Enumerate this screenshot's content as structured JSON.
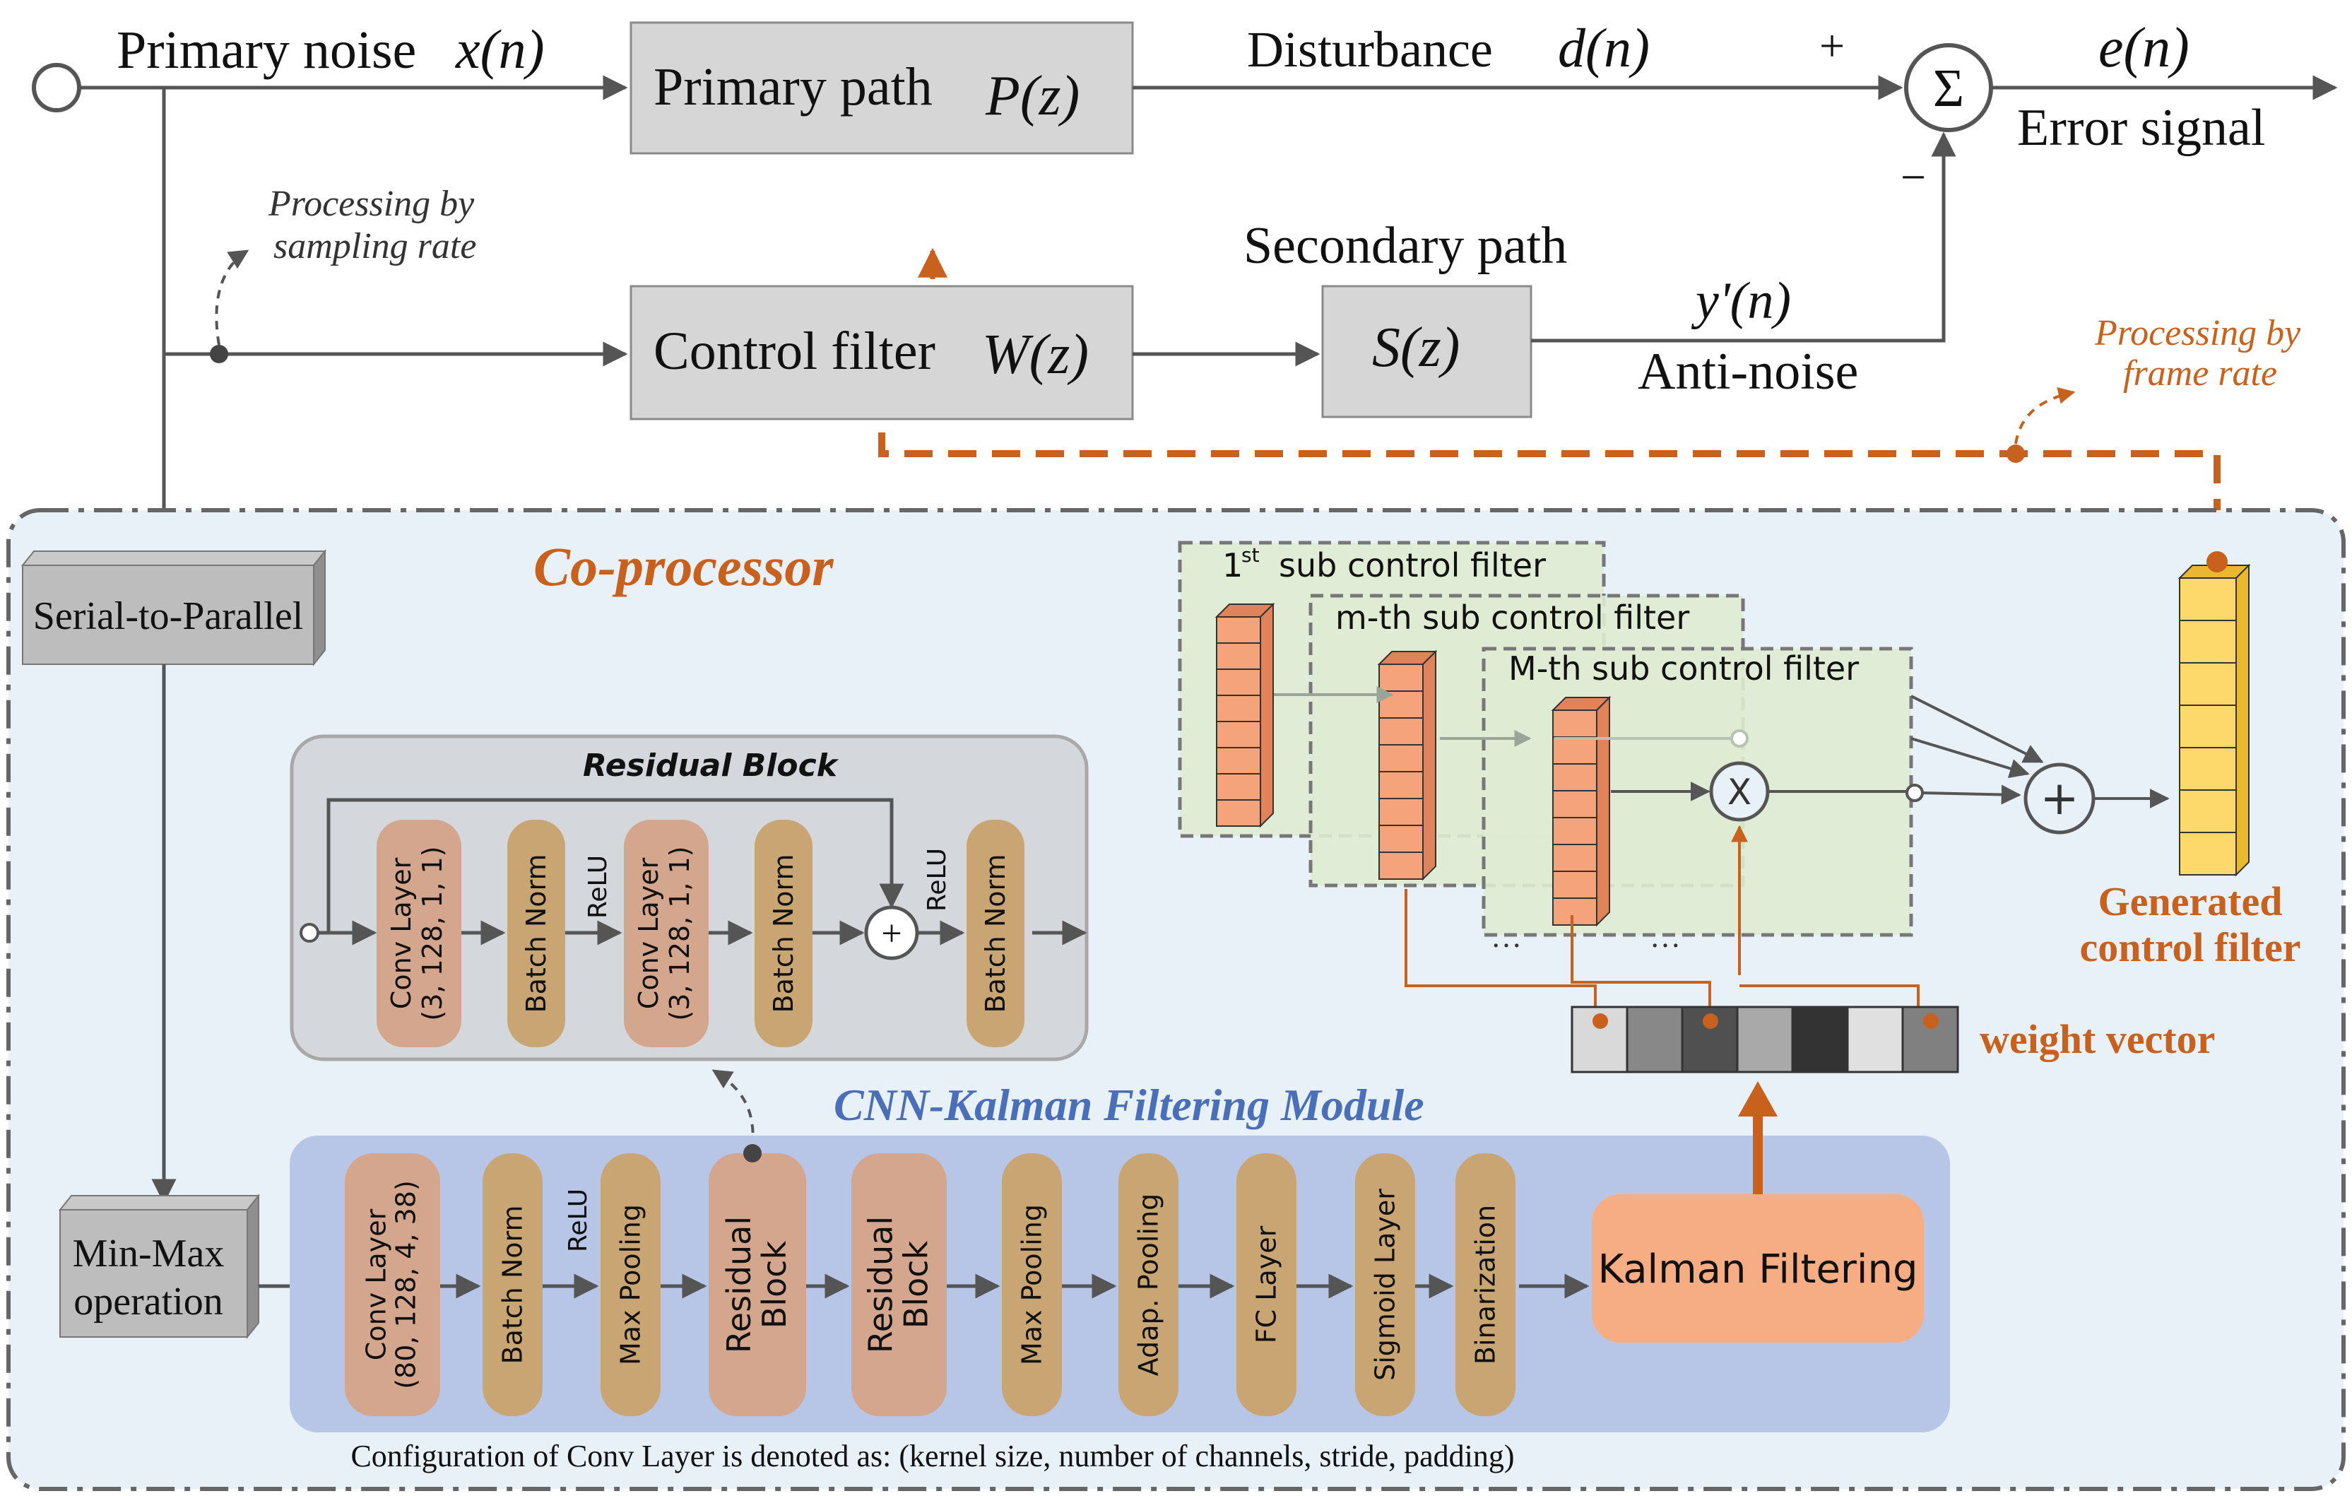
{
  "colors": {
    "box_gray": "#d6d6d6",
    "box_gray_stroke": "#8a8a8a",
    "arrow": "#555555",
    "orange": "#c8611e",
    "blue_title": "#4a6fb8",
    "coprocessor_bg": "#e8f0f8",
    "cnn_bg": "#b7c6e6",
    "residual_bg": "#d4d7db",
    "conv_fill": "#d4a68d",
    "bn_fill": "#c9a574",
    "kalman_fill": "#f6ad83",
    "sub_filter_bg": "#dfebd2",
    "cell_orange": "#f4a37a",
    "cell_yellow": "#fcd96a",
    "weight_cells": [
      "#d9d9d9",
      "#888888",
      "#505050",
      "#a9a9a9",
      "#333333",
      "#e0e0e0",
      "#808080"
    ]
  },
  "top": {
    "primary_noise_label": "Primary noise",
    "primary_noise_math": "x(n)",
    "primary_path_label": "Primary path",
    "primary_path_math": "P(z)",
    "disturbance_label": "Disturbance",
    "disturbance_math": "d(n)",
    "plus_sign": "+",
    "minus_sign": "−",
    "sum_symbol": "Σ",
    "error_math": "e(n)",
    "error_label": "Error signal",
    "processing_sampling_1": "Processing by",
    "processing_sampling_2": "sampling rate",
    "control_filter_label": "Control filter",
    "control_filter_math": "W(z)",
    "secondary_path_label": "Secondary path",
    "secondary_path_math": "S(z)",
    "antinoise_math": "y'(n)",
    "antinoise_label": "Anti-noise",
    "processing_frame_1": "Processing by",
    "processing_frame_2": "frame rate"
  },
  "coprocessor": {
    "title": "Co-processor",
    "serial_to_parallel": "Serial-to-Parallel",
    "minmax_1": "Min-Max",
    "minmax_2": "operation",
    "residual_block_title": "Residual Block",
    "residual_layers": [
      {
        "line1": "Conv Layer",
        "line2": "(3, 128, 1, 1)"
      },
      {
        "line1": "Batch Norm",
        "line2": ""
      },
      {
        "line1": "Conv Layer",
        "line2": "(3, 128, 1, 1)"
      },
      {
        "line1": "Batch Norm",
        "line2": ""
      },
      {
        "line1": "Batch Norm",
        "line2": ""
      }
    ],
    "relu": "ReLU",
    "cnn_title": "CNN-Kalman Filtering Module",
    "cnn_layers": [
      {
        "line1": "Conv Layer",
        "line2": "(80, 128, 4, 38)"
      },
      {
        "line1": "Batch Norm",
        "line2": ""
      },
      {
        "line1": "Max Pooling",
        "line2": ""
      },
      {
        "line1": "Residual",
        "line2": "Block"
      },
      {
        "line1": "Residual",
        "line2": "Block"
      },
      {
        "line1": "Max Pooling",
        "line2": ""
      },
      {
        "line1": "Adap. Pooling",
        "line2": ""
      },
      {
        "line1": "FC Layer",
        "line2": ""
      },
      {
        "line1": "Sigmoid Layer",
        "line2": ""
      },
      {
        "line1": "Binarization",
        "line2": ""
      }
    ],
    "kalman": "Kalman Filtering",
    "config_note": "Configuration of Conv Layer is denoted as: (kernel size, number of channels, stride, padding)",
    "sub_filter_1_sup": "st",
    "sub_filter_1_num": "1",
    "sub_filter_1": "sub control filter",
    "sub_filter_m": "m-th sub control filter",
    "sub_filter_M": "M-th sub control filter",
    "multiply": "X",
    "add": "+",
    "ellipsis": "…",
    "generated_1": "Generated",
    "generated_2": "control filter",
    "weight_vector": "weight vector"
  }
}
